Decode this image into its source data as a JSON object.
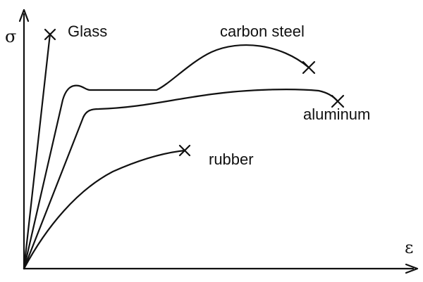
{
  "axes": {
    "y_label": "σ",
    "x_label": "ε"
  },
  "materials": [
    {
      "key": "glass",
      "label": "Glass"
    },
    {
      "key": "carbon_steel",
      "label": "carbon steel"
    },
    {
      "key": "aluminum",
      "label": "aluminum"
    },
    {
      "key": "rubber",
      "label": "rubber"
    }
  ]
}
